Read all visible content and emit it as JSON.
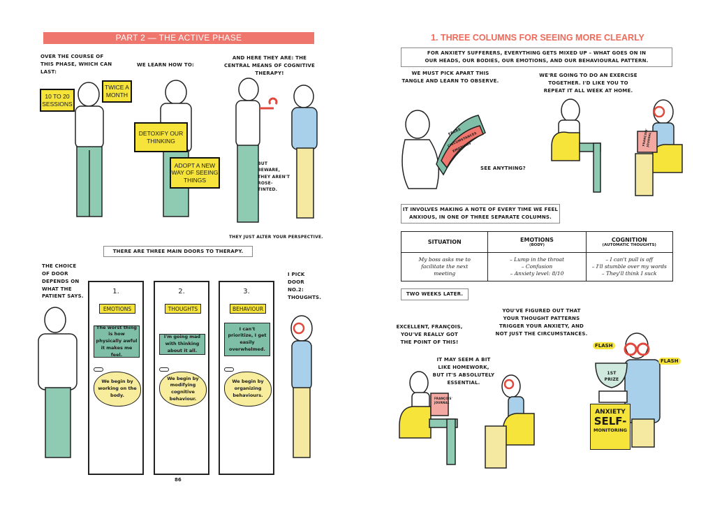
{
  "left_page": {
    "banner": "PART 2 — THE ACTIVE PHASE",
    "panel1": {
      "speech1": "Over the course of this phase, which can last:",
      "sign1": "10 TO 20 SESSIONS",
      "sign2": "TWICE A MONTH"
    },
    "panel2": {
      "speech": "We learn how to:",
      "sign1": "DETOXIFY OUR THINKING",
      "sign2": "ADOPT A NEW WAY OF SEEING THINGS"
    },
    "panel3": {
      "speech1": "And here they are: the central means of cognitive therapy!",
      "speech2": "But beware, they aren't rose-tinted.",
      "speech3": "They just alter your perspective."
    },
    "caption": "There are three main doors to therapy.",
    "speech_left": "The choice of door depends on what the patient says.",
    "speech_right": "I pick door No.2: thoughts.",
    "doors": [
      {
        "number": "1.",
        "label": "EMOTIONS",
        "quote": "The worst thing is how physically awful it makes me feel.",
        "approach": "We begin by working on the body."
      },
      {
        "number": "2.",
        "label": "THOUGHTS",
        "quote": "I'm going mad with thinking about it all.",
        "approach": "We begin by modifying cognitive behaviour."
      },
      {
        "number": "3.",
        "label": "BEHAVIOUR",
        "quote": "I can't prioritize, I get easily overwhelmed.",
        "approach": "We begin by organizing behaviours."
      }
    ],
    "page_number": "86"
  },
  "right_page": {
    "title": "1. THREE COLUMNS FOR SEEING MORE CLEARLY",
    "intro": "For anxiety sufferers, everything gets mixed up – what goes on in our heads, our bodies, our emotions, and our behavioural pattern.",
    "speech1": "We must pick apart this tangle and learn to observe.",
    "tangle_labels": [
      "FEARS",
      "CIRCUMSTANCES",
      "EMOTIONS"
    ],
    "speech2": "See anything?",
    "speech3": "We're going to do an exercise together. I'd like you to repeat it all week at home.",
    "notebook": "FRANÇOIS' JOURNAL",
    "caption2": "It involves making a note of every time we feel anxious, in one of three separate columns.",
    "table": {
      "headers": [
        {
          "title": "SITUATION",
          "sub": ""
        },
        {
          "title": "EMOTIONS",
          "sub": "(BODY)"
        },
        {
          "title": "COGNITION",
          "sub": "(AUTOMATIC THOUGHTS)"
        }
      ],
      "row": [
        "My boss asks me to facilitate the next meeting",
        "– Lump in the throat\n– Confusion\n– Anxiety level: 8/10",
        "– I can't pull is off\n– I'll stumble over my words\n– They'll think I suck"
      ]
    },
    "caption3": "Two weeks later.",
    "speech4": "Excellent, François, you've really got the point of this!",
    "speech5": "It may seem a bit like homework, but it's absolutely essential.",
    "speech6": "You've figured out that your thought patterns trigger your anxiety, and not just the circumstances.",
    "flash1": "FLASH",
    "flash2": "FLASH",
    "trophy": "1ST PRIZE",
    "podium": {
      "line1": "ANXIETY",
      "line2": "SELF-",
      "line3": "MONITORING"
    }
  },
  "colors": {
    "banner": "#ef766c",
    "title": "#ee6a5a",
    "yellow": "#f6e43a",
    "green": "#7fbfa8",
    "shirt_blue": "#a9d0ea",
    "pants_yellow": "#f5e8a0",
    "glasses_red": "#e0483c"
  }
}
